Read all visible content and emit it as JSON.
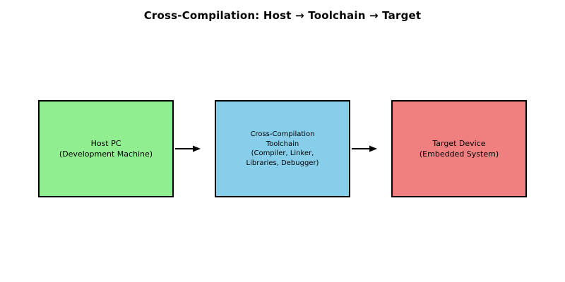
{
  "title": "Cross-Compilation: Host → Toolchain → Target",
  "colors": {
    "background": "#FFFFFF",
    "border": "#000000",
    "text": "#000000",
    "arrow": "#000000",
    "host_box": "#90EE90",
    "toolchain_box": "#87CEEB",
    "target_box": "#F08080"
  },
  "boxes": [
    {
      "name": "host",
      "lines": [
        "Host PC",
        "(Development Machine)"
      ]
    },
    {
      "name": "toolchain",
      "lines": [
        "Cross-Compilation",
        "Toolchain",
        "(Compiler, Linker,",
        "Libraries, Debugger)"
      ]
    },
    {
      "name": "target",
      "lines": [
        "Target Device",
        "(Embedded System)"
      ]
    }
  ]
}
